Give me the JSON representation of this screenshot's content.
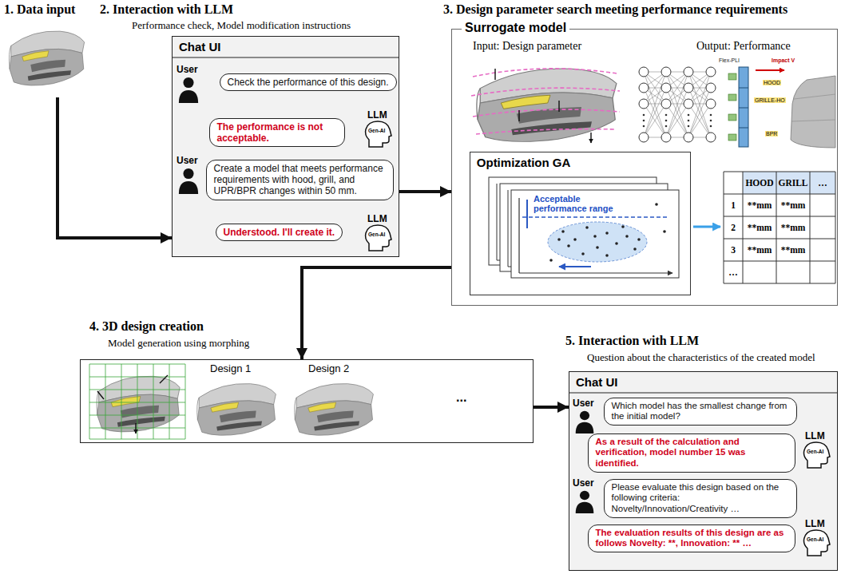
{
  "diagram": {
    "nodes": [
      {
        "text": [
          "1. Data input"
        ]
      },
      {
        "text": [
          "Chat UI"
        ]
      },
      {
        "text": [
          "Check the performance of this design."
        ],
        "in": 1
      },
      {
        "text": [
          "The performance is not acceptable."
        ],
        "in": 1
      },
      {
        "text": [
          "Create a model that meets performance requirements with hood, grill, and UPR/BPR changes within 50 mm."
        ],
        "in": 1
      },
      {
        "text": [
          "Understood. I'll create it."
        ],
        "in": 1
      },
      {
        "text": [
          "Surrogate model"
        ]
      },
      {
        "text": [
          "Optimization GA"
        ],
        "in": 6
      },
      {
        "text": [
          "Design 1",
          "Design 2",
          "..."
        ]
      },
      {
        "text": [
          "Chat UI"
        ]
      },
      {
        "text": [
          "Which model has the smallest change from the initial model?"
        ],
        "in": 9
      },
      {
        "text": [
          "As a result of the calculation and verification, model number 15 was identified."
        ],
        "in": 9
      },
      {
        "text": [
          "Please evaluate this design based on the following criteria: Novelty/Innovation/Creativity …"
        ],
        "in": 9
      },
      {
        "text": [
          "The evaluation results of this design are as follows Novelty: **, Innovation: ** …"
        ],
        "in": 9
      }
    ],
    "edges": [
      {
        "from": 0,
        "to": 1,
        "arrow": "to"
      },
      {
        "from": 1,
        "to": 6,
        "arrow": "to"
      },
      {
        "from": 6,
        "to": 8,
        "arrow": "to"
      },
      {
        "from": 8,
        "to": 9,
        "arrow": "to"
      }
    ],
    "labels": [
      "2. Interaction with LLM",
      "Performance check, Model modification instructions",
      "User",
      "LLM",
      "Gen-AI",
      "User",
      "LLM",
      "Gen-AI",
      "3. Design parameter search meeting performance requirements",
      "Input: Design parameter",
      "Output: Performance",
      "Flex-PLI",
      "Impact V",
      "HOOD",
      "GRILLE-HO",
      "BPR",
      "Acceptable performance range",
      "HOOD",
      "GRILL",
      "…",
      "1",
      "**mm",
      "**mm",
      "2",
      "**mm",
      "**mm",
      "3",
      "**mm",
      "**mm",
      "…",
      "4. 3D design creation",
      "Model generation using morphing",
      "5. Interaction with LLM",
      "Question about the characteristics of the created model",
      "User",
      "LLM",
      "Gen-AI",
      "User",
      "LLM",
      "Gen-AI"
    ]
  }
}
